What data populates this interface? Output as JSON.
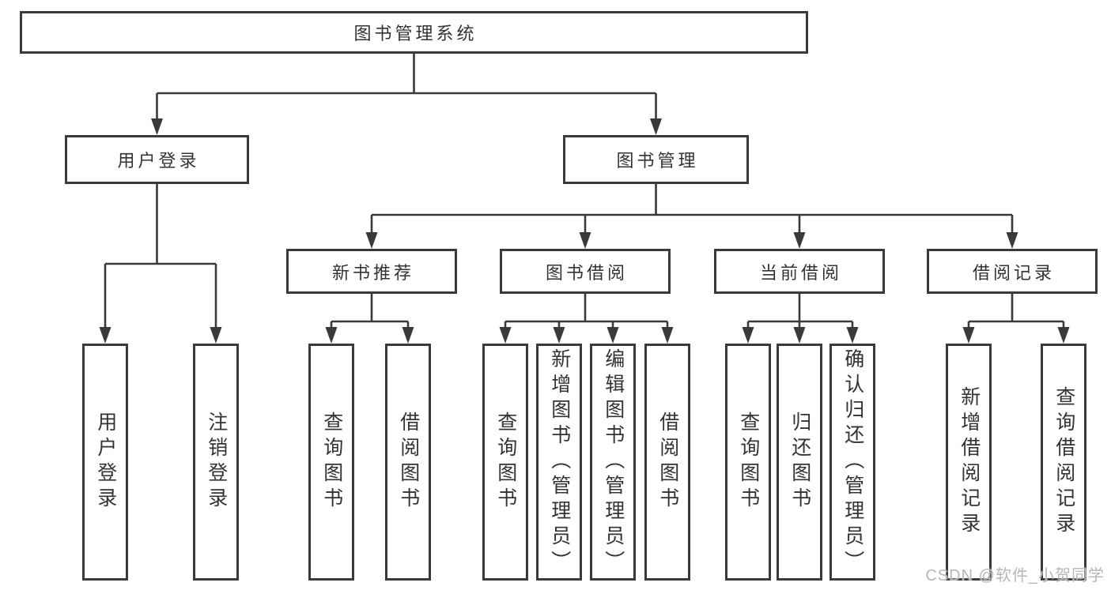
{
  "tree": {
    "label": "图书管理系统",
    "children": [
      {
        "label": "用户登录",
        "children": [
          {
            "label": "用户登录"
          },
          {
            "label": "注销登录"
          }
        ]
      },
      {
        "label": "图书管理",
        "children": [
          {
            "label": "新书推荐",
            "children": [
              {
                "label": "查询图书"
              },
              {
                "label": "借阅图书"
              }
            ]
          },
          {
            "label": "图书借阅",
            "children": [
              {
                "label": "查询图书"
              },
              {
                "label": "新增图书（管理员）"
              },
              {
                "label": "编辑图书（管理员）"
              },
              {
                "label": "借阅图书"
              }
            ]
          },
          {
            "label": "当前借阅",
            "children": [
              {
                "label": "查询图书"
              },
              {
                "label": "归还图书"
              },
              {
                "label": "确认归还（管理员）"
              }
            ]
          },
          {
            "label": "借阅记录",
            "children": [
              {
                "label": "新增借阅记录"
              },
              {
                "label": "查询借阅记录"
              }
            ]
          }
        ]
      }
    ]
  },
  "watermark": {
    "text": "CSDN @软件_小贺同学"
  },
  "colors": {
    "line": "#3a3a3a",
    "text": "#333333",
    "background": "#ffffff",
    "watermark": "#b6b6b6"
  }
}
